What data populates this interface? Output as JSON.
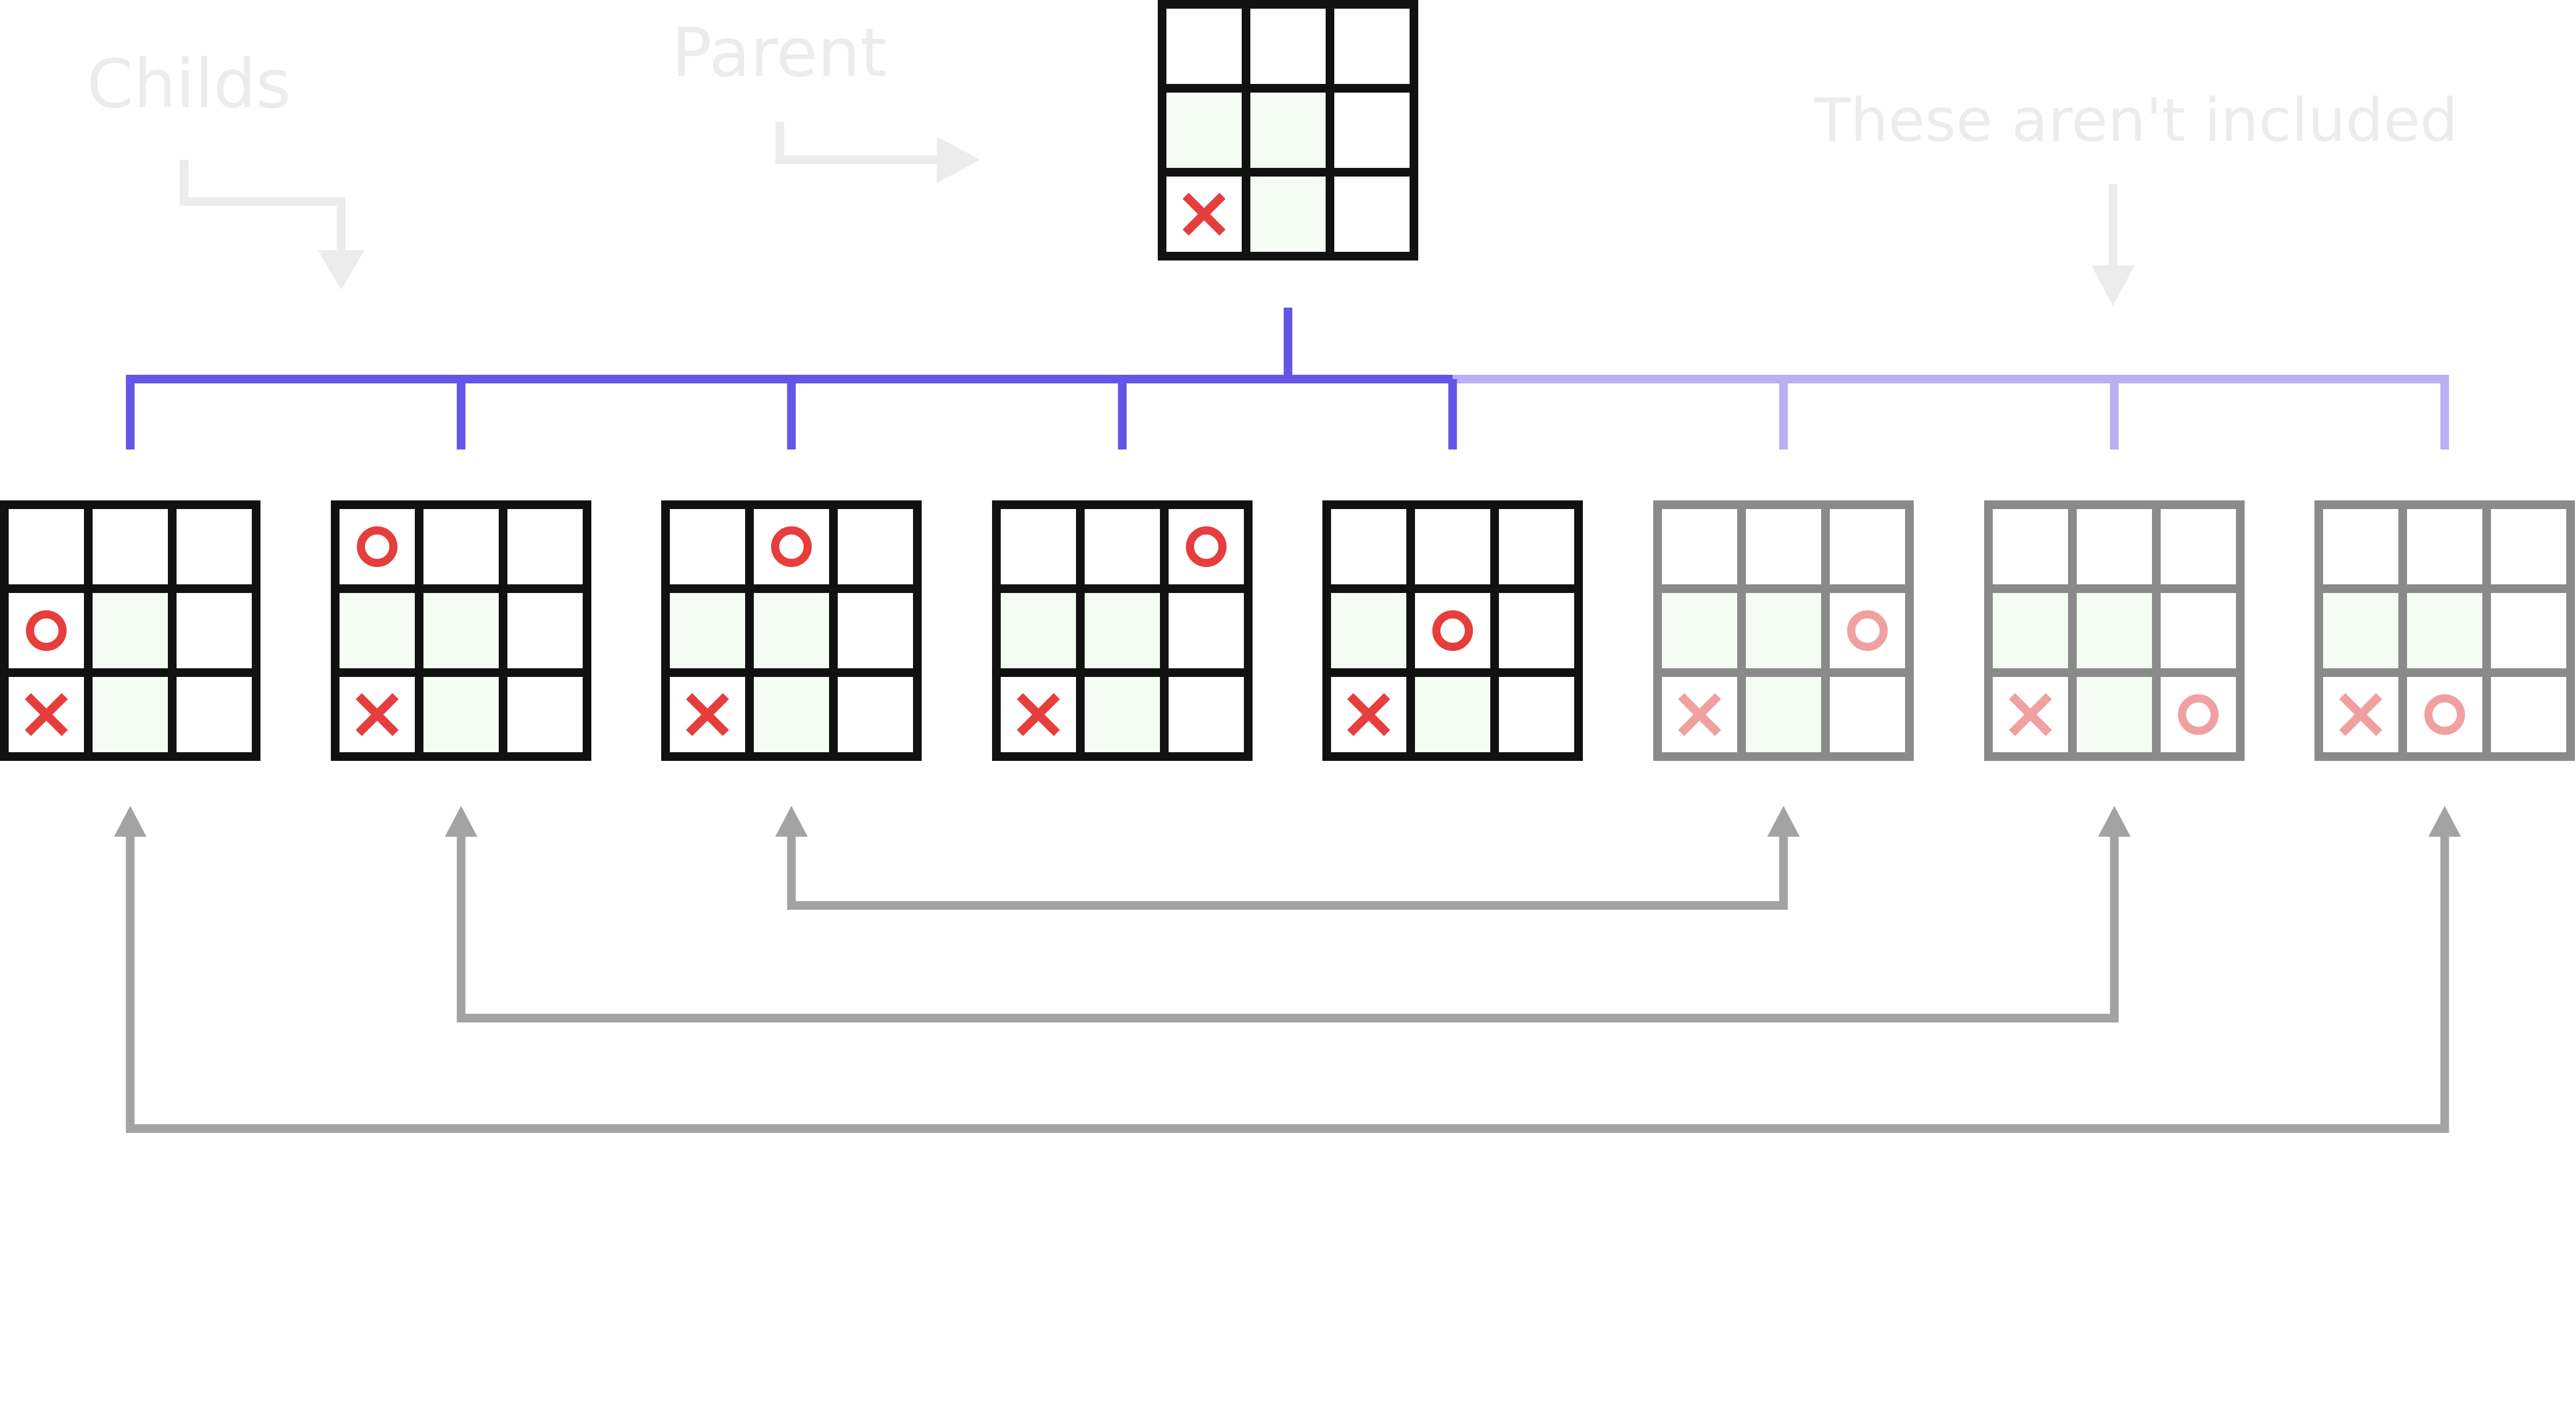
{
  "labels": {
    "childs": "Childs",
    "parent": "Parent",
    "excluded": "These aren't included"
  },
  "colors": {
    "grid_active": "#111111",
    "grid_inactive": "#8a8a8a",
    "mark_active": "#e63d3d",
    "mark_inactive": "#f0a0a0",
    "highlight_cell": "#f4fcf3",
    "tree_active": "#6555e6",
    "tree_inactive": "#b9b0f3",
    "symmetry_arrow": "#a3a3a3",
    "annotation": "#ececec"
  },
  "parent_board": {
    "cells": [
      "",
      "",
      "",
      "h",
      "h",
      "",
      "X",
      "h",
      ""
    ]
  },
  "children": [
    {
      "included": true,
      "cells": [
        "",
        "",
        "",
        "O",
        "h",
        "",
        "X",
        "h",
        ""
      ]
    },
    {
      "included": true,
      "cells": [
        "O",
        "",
        "",
        "h",
        "h",
        "",
        "X",
        "h",
        ""
      ]
    },
    {
      "included": true,
      "cells": [
        "",
        "O",
        "",
        "h",
        "h",
        "",
        "X",
        "h",
        ""
      ]
    },
    {
      "included": true,
      "cells": [
        "",
        "",
        "O",
        "h",
        "h",
        "",
        "X",
        "h",
        ""
      ]
    },
    {
      "included": true,
      "cells": [
        "",
        "",
        "",
        "h",
        "O",
        "",
        "X",
        "h",
        ""
      ]
    },
    {
      "included": false,
      "cells": [
        "",
        "",
        "",
        "h",
        "h",
        "O",
        "X",
        "h",
        ""
      ]
    },
    {
      "included": false,
      "cells": [
        "",
        "",
        "",
        "h",
        "h",
        "",
        "X",
        "h",
        "O"
      ]
    },
    {
      "included": false,
      "cells": [
        "",
        "",
        "",
        "h",
        "h",
        "",
        "X",
        "O",
        ""
      ]
    }
  ],
  "symmetry_pairs": [
    [
      2,
      5
    ],
    [
      1,
      6
    ],
    [
      0,
      7
    ]
  ]
}
